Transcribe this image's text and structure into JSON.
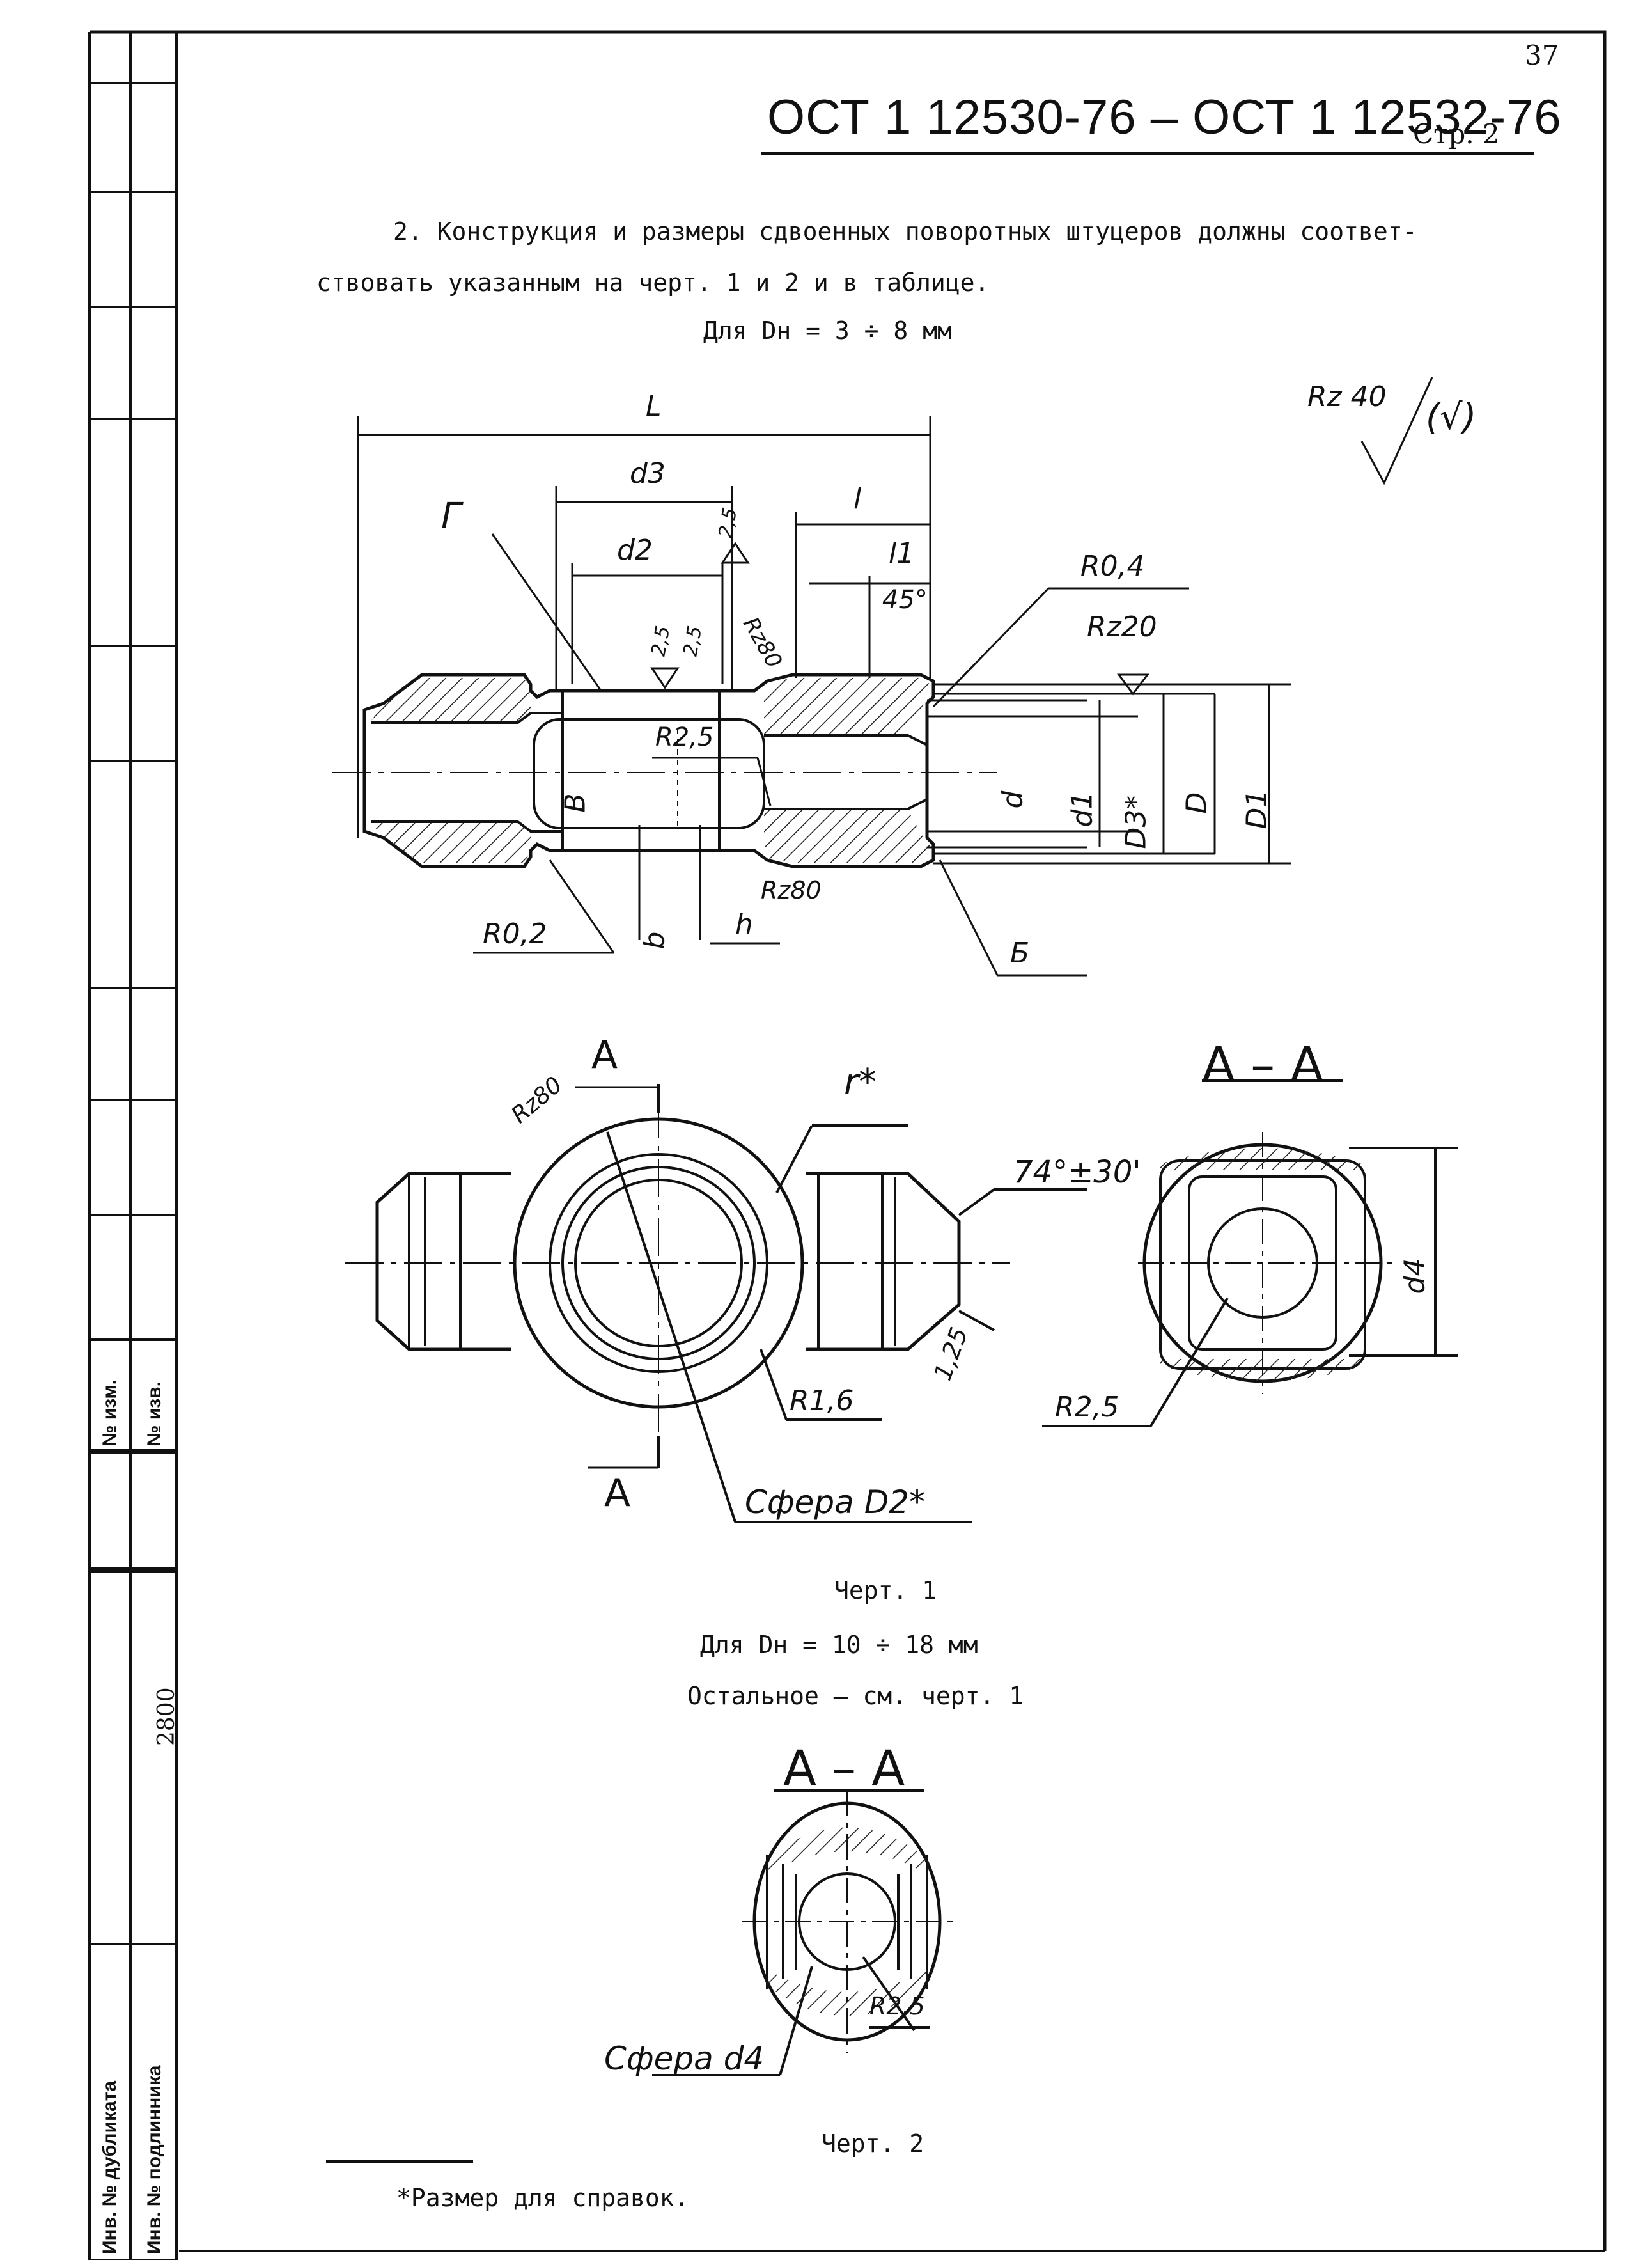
{
  "header": {
    "page_corner": "37",
    "designation": "ОСТ 1 12530-76 – ОСТ 1 12532-76",
    "page_ref": "Стр. 2"
  },
  "body": {
    "paragraph_line1": "2. Конструкция и размеры сдвоенных поворотных штуцеров должны соответ-",
    "paragraph_line2": "ствовать указанным на черт. 1 и 2 и в таблице.",
    "range1": "Для   Dн = 3 ÷ 8  мм",
    "caption1": "Черт. 1",
    "range2": "Для   Dн = 10 ÷ 18  мм",
    "rest_note": "Остальное – см. черт. 1",
    "caption2": "Черт. 2",
    "footnote": "*Размер для справок."
  },
  "drawing": {
    "roughness_main": "Rz 40",
    "roughness_bracket": "(√)",
    "dim_L": "L",
    "dim_d3": "d3",
    "dim_d2": "d2",
    "dim_l": "l",
    "dim_l1": "l1",
    "dim_angle45": "45°",
    "dim_R04": "R0,4",
    "dim_Rz20": "Rz20",
    "dim_Rz80_a": "Rz80",
    "dim_Rz80_b": "Rz80",
    "dim_Rz80_c": "Rz80",
    "dim_25_a": "2,5",
    "dim_25_b": "2,5",
    "dim_25_c": "2,5",
    "dim_G": "Г",
    "dim_R25": "R2,5",
    "dim_B": "B",
    "dim_b": "b",
    "dim_h": "h",
    "dim_R02": "R0,2",
    "dim_Bletter": "Б",
    "dim_d": "d",
    "dim_d1": "d1",
    "dim_D3": "D3*",
    "dim_D": "D",
    "dim_D1": "D1",
    "sec_A_top": "A",
    "sec_A_bottom": "A",
    "dim_rstar": "r*",
    "dim_angle74": "74°±30'",
    "dim_125": "1,25",
    "dim_R16": "R1,6",
    "sphere_D2": "Сфера D2*",
    "section_AA_1": "A – A",
    "dim_d4": "d4",
    "dim_R25_sec": "R2,5",
    "section_AA_2": "A – A",
    "dim_R25_sec2": "R2,5",
    "sphere_d4": "Сфера d4"
  },
  "sidebar": {
    "no_izm": "№ изм.",
    "no_izv": "№ изв.",
    "inv_dubl": "Инв. № дубликата",
    "inv_podl": "Инв. № подлинника",
    "inv_number": "2800"
  }
}
